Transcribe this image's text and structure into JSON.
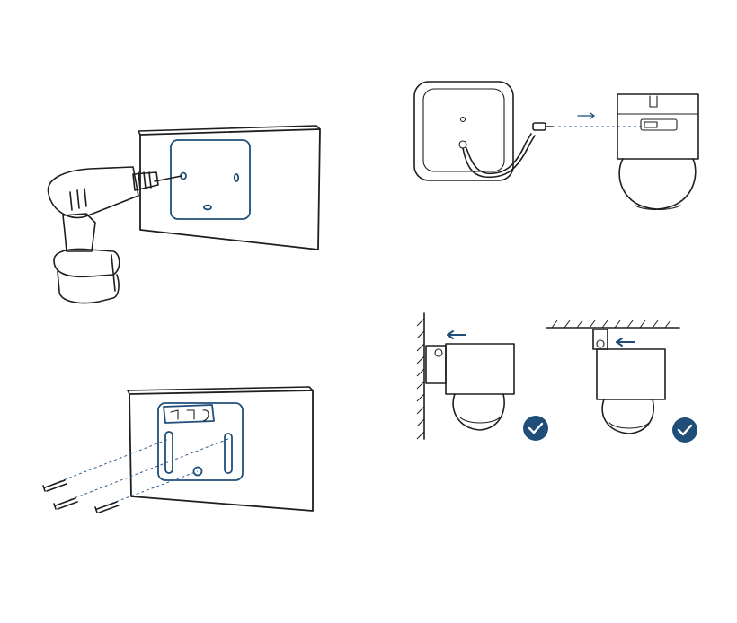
{
  "steps": [
    {
      "id": "drill-holes",
      "icon": "drill-icon"
    },
    {
      "id": "connect-cable",
      "icon": "cable-connector-icon"
    },
    {
      "id": "screw-mounting-plate",
      "icon": "screw-icon"
    },
    {
      "id": "mount-orientations",
      "icon": "camera-mount-icon",
      "options": [
        {
          "id": "wall-mount",
          "status_icon": "check-icon"
        },
        {
          "id": "ceiling-mount",
          "status_icon": "check-icon"
        }
      ]
    }
  ],
  "colors": {
    "line": "#1e1e1e",
    "accent": "#1f4e79",
    "check_badge": "#1f4e79",
    "check_mark": "#ffffff"
  }
}
